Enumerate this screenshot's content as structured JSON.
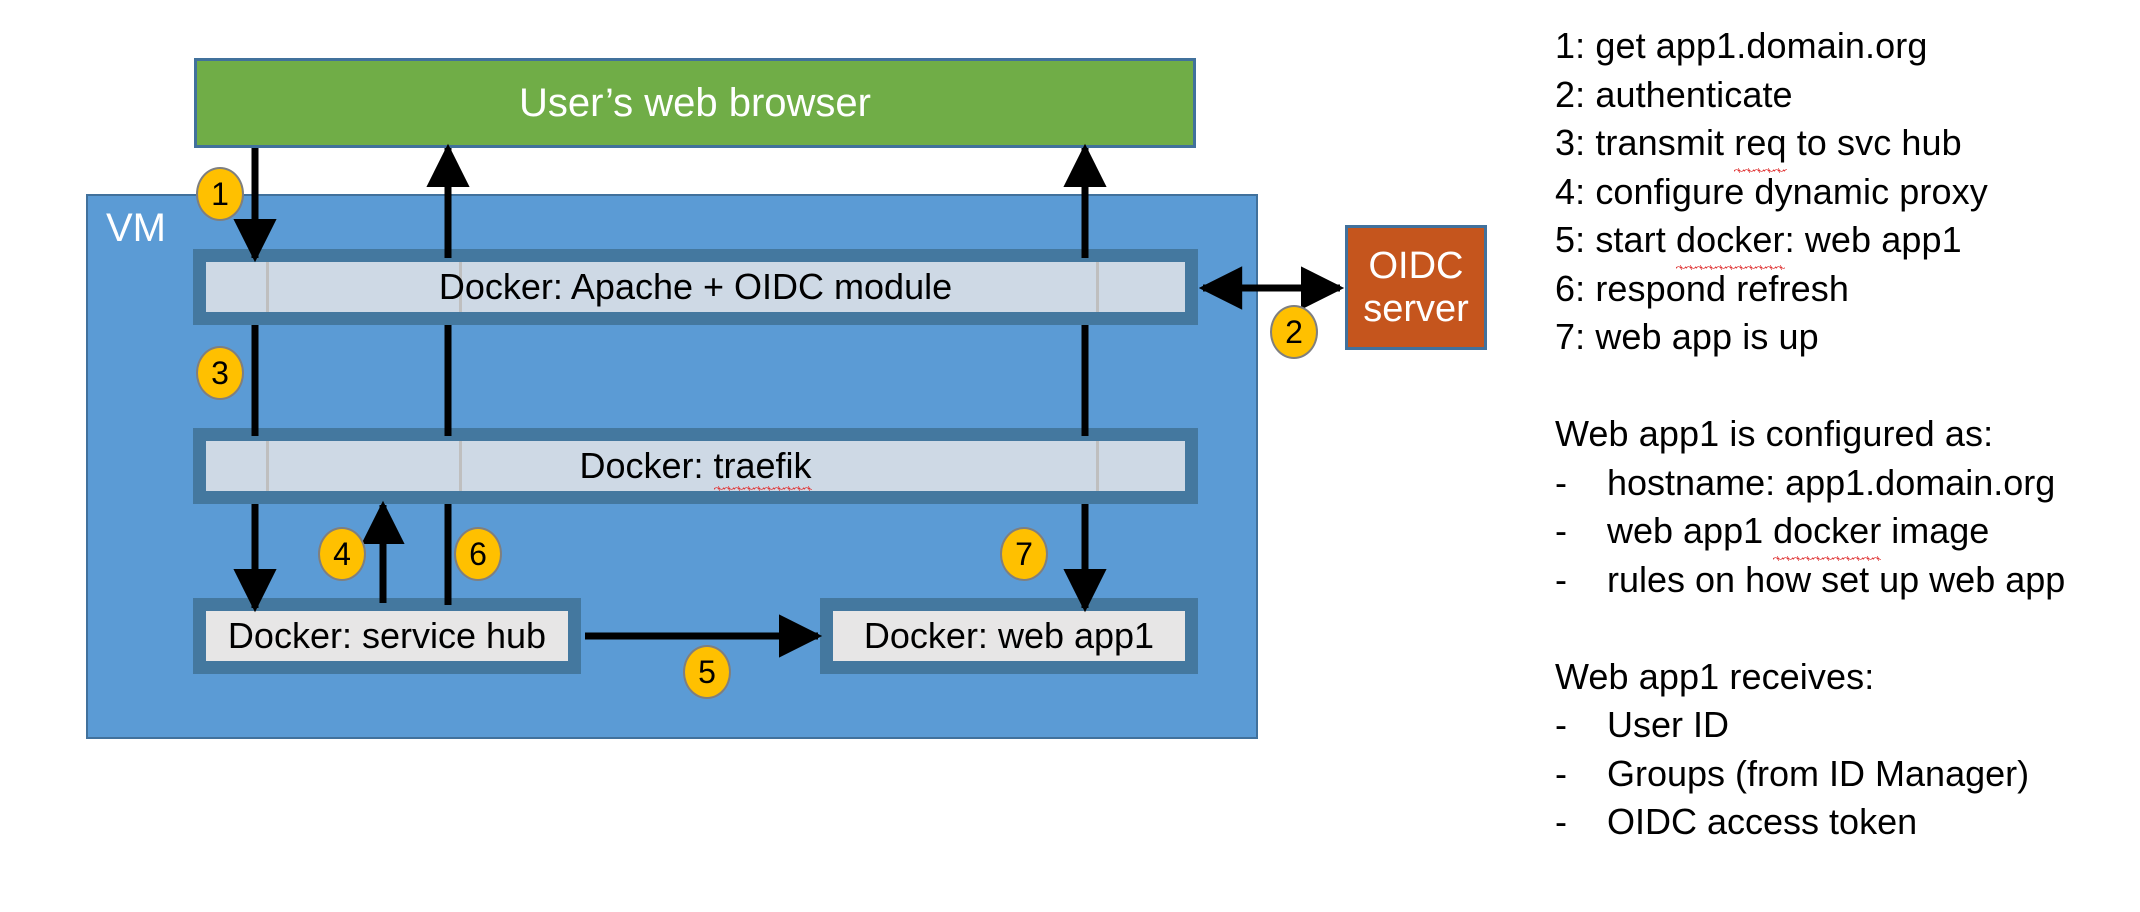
{
  "diagram": {
    "vm": {
      "label": "VM"
    },
    "browser": {
      "label": "User’s web browser"
    },
    "oidc_server": {
      "label": "OIDC\nserver"
    },
    "containers": [
      {
        "id": "apache",
        "label": "Docker: Apache + OIDC module"
      },
      {
        "id": "traefik",
        "label_prefix": "Docker: ",
        "label_misspelled": "traefik"
      },
      {
        "id": "service-hub",
        "label": "Docker: service hub"
      },
      {
        "id": "web-app1",
        "label": "Docker: web app1"
      }
    ],
    "step_badges": [
      {
        "n": "1"
      },
      {
        "n": "2"
      },
      {
        "n": "3"
      },
      {
        "n": "4"
      },
      {
        "n": "5"
      },
      {
        "n": "6"
      },
      {
        "n": "7"
      }
    ],
    "colors": {
      "vm_fill": "#5B9BD5",
      "vm_border": "#41719C",
      "browser_fill": "#70AD47",
      "oidc_fill": "#C5551D",
      "docker_frame": "#44789F",
      "docker_inner": "#CED9E5",
      "docker_inner_plain": "#E7E6E6",
      "badge_fill": "#FFC000",
      "badge_border": "#7F7F7F",
      "arrow": "#000000",
      "spellcheck_underline": "#E03A3A"
    }
  },
  "legend": {
    "steps": [
      "1: get app1.domain.org",
      "2: authenticate",
      "3: transmit req to svc hub",
      "4: configure dynamic proxy",
      "5: start docker: web app1",
      "6: respond refresh",
      "7: web app is up"
    ],
    "steps_misspelled": {
      "step3_word": "req",
      "step5_word": "docker"
    },
    "config_heading": "Web app1 is configured as:",
    "config_items": [
      "-    hostname: app1.domain.org",
      "-    web app1 docker image",
      "-    rules on how set up web app"
    ],
    "config_items_misspelled": {
      "item2_word": "docker"
    },
    "receives_heading": "Web app1 receives:",
    "receives_items": [
      "-    User ID",
      "-    Groups (from ID Manager)",
      "-    OIDC access token"
    ]
  }
}
